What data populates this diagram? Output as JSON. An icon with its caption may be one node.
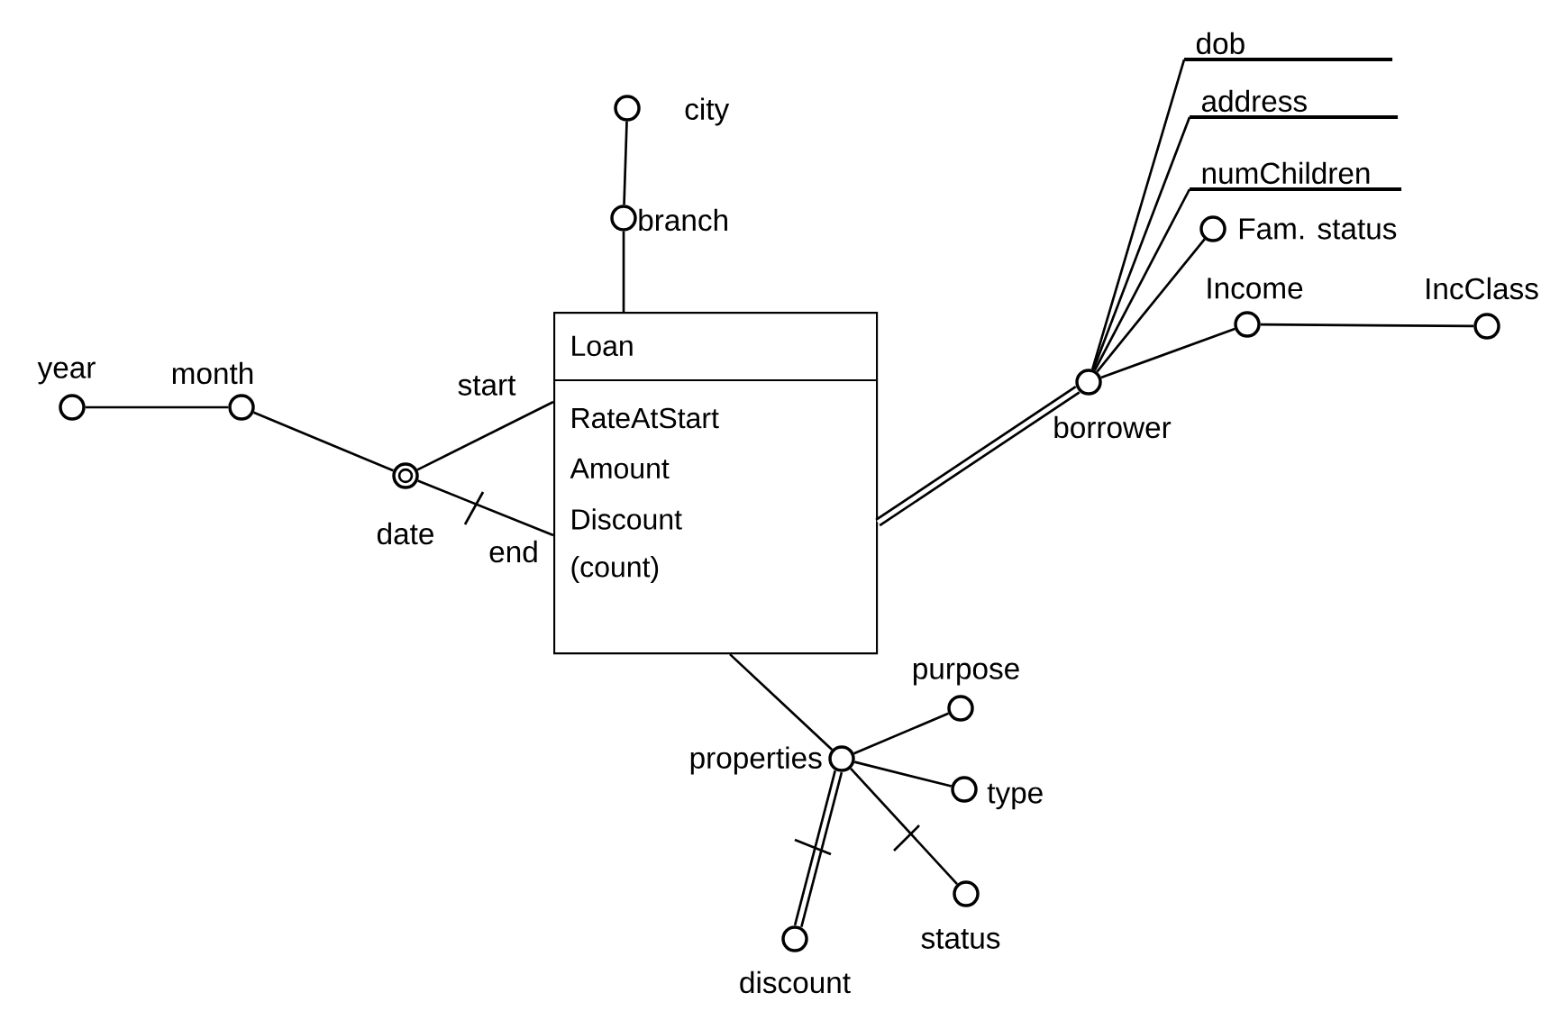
{
  "diagram": {
    "nodes": [
      {
        "text": [
          "Loan",
          "RateAtStart",
          "Amount",
          "Discount",
          "(count)"
        ]
      },
      {
        "text": [
          "branch"
        ]
      },
      {
        "text": [
          "city"
        ]
      },
      {
        "text": [
          "date"
        ]
      },
      {
        "text": [
          "month"
        ]
      },
      {
        "text": [
          "year"
        ]
      },
      {
        "text": [
          "borrower"
        ]
      },
      {
        "text": [
          "dob"
        ]
      },
      {
        "text": [
          "address"
        ]
      },
      {
        "text": [
          "numChildren"
        ]
      },
      {
        "text": [
          "Fam. status"
        ]
      },
      {
        "text": [
          "Income"
        ]
      },
      {
        "text": [
          "IncClass"
        ]
      },
      {
        "text": [
          "properties"
        ]
      },
      {
        "text": [
          "purpose"
        ]
      },
      {
        "text": [
          "type"
        ]
      },
      {
        "text": [
          "status"
        ]
      },
      {
        "text": [
          "discount"
        ]
      }
    ],
    "edges": [
      {
        "from": 0,
        "to": 1,
        "arrow": "none"
      },
      {
        "from": 1,
        "to": 2,
        "arrow": "none"
      },
      {
        "from": 0,
        "to": 3,
        "arrow": "none",
        "label": "start"
      },
      {
        "from": 0,
        "to": 3,
        "arrow": "none",
        "label": "end"
      },
      {
        "from": 3,
        "to": 4,
        "arrow": "none"
      },
      {
        "from": 4,
        "to": 5,
        "arrow": "none"
      },
      {
        "from": 0,
        "to": 6,
        "arrow": "none",
        "style": "thick"
      },
      {
        "from": 6,
        "to": 7,
        "arrow": "none"
      },
      {
        "from": 6,
        "to": 8,
        "arrow": "none"
      },
      {
        "from": 6,
        "to": 9,
        "arrow": "none"
      },
      {
        "from": 6,
        "to": 10,
        "arrow": "none"
      },
      {
        "from": 6,
        "to": 11,
        "arrow": "none"
      },
      {
        "from": 11,
        "to": 12,
        "arrow": "none"
      },
      {
        "from": 0,
        "to": 13,
        "arrow": "none"
      },
      {
        "from": 13,
        "to": 14,
        "arrow": "none"
      },
      {
        "from": 13,
        "to": 15,
        "arrow": "none"
      },
      {
        "from": 13,
        "to": 16,
        "arrow": "none"
      },
      {
        "from": 13,
        "to": 17,
        "arrow": "none",
        "style": "thick"
      }
    ]
  }
}
